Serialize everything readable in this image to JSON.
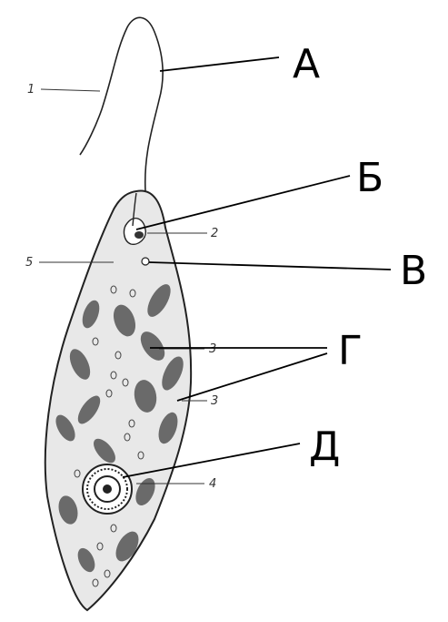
{
  "labels": {
    "big": [
      "А",
      "Б",
      "В",
      "Г",
      "Д"
    ],
    "small": [
      "1",
      "2",
      "5",
      "3",
      "3",
      "4"
    ]
  }
}
